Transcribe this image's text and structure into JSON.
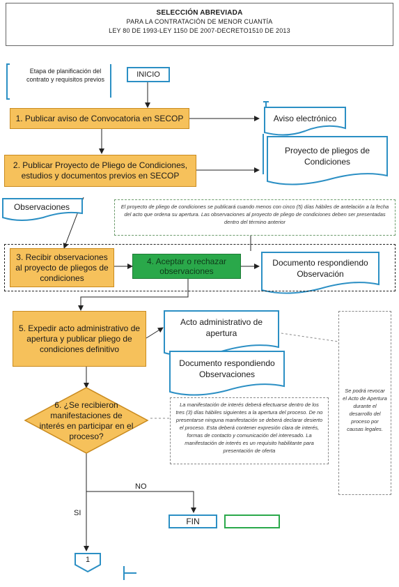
{
  "header": {
    "line1": "SELECCIÓN ABREVIADA",
    "line2": "PARA LA CONTRATACIÓN DE MENOR CUANTÍA",
    "line3": "LEY 80 DE 1993-LEY 1150 DE 2007-DECRETO1510 DE 2013"
  },
  "stage_label": "Etapa de planificación del contrato y requisitos previos",
  "start": "INICIO",
  "steps": {
    "s1": "1. Publicar aviso de Convocatoria en SECOP",
    "s2": "2. Publicar Proyecto de Pliego de Condiciones, estudios y documentos previos en SECOP",
    "s3": "3. Recibir observaciones al proyecto de pliegos de condiciones",
    "s4": "4. Aceptar o rechazar observaciones",
    "s5": "5. Expedir acto administrativo de apertura y publicar pliego de condiciones definitivo",
    "s6": "6. ¿Se recibieron manifestaciones de interés en participar en el proceso?"
  },
  "documents": {
    "aviso": "Aviso electrónico",
    "proyecto": "Proyecto de pliegos de Condiciones",
    "observaciones": "Observaciones",
    "respuesta": "Documento respondiendo Observación",
    "acto": "Acto administrativo de apertura",
    "respuesta2": "Documento respondiendo Observaciones"
  },
  "notes": {
    "proyecto_note": "El proyecto de pliego de condiciones se publicará cuando menos con cinco (5) días hábiles de antelación a la fecha del acto que ordena su apertura. Las observaciones al proyecto de pliego de condiciones deben ser presentadas dentro del término anterior",
    "manifestacion_note": "La manifestación de interés deberá efectuarse dentro de los tres (3) días hábiles siguientes a la apertura del proceso. De no presentarse ninguna manifestación se deberá declarar desierto el proceso. Esta deberá contener expresión clara de interés, formas de contacto y comunicación del interesado. La manifestación de interés es un requisito habilitante para presentación de oferta",
    "revocar_note": "Se podrá revocar el Acto de Apertura durante el desarrollo del proceso por causas legales."
  },
  "branches": {
    "no": "NO",
    "si": "SI"
  },
  "end": "FIN",
  "connector": "1"
}
